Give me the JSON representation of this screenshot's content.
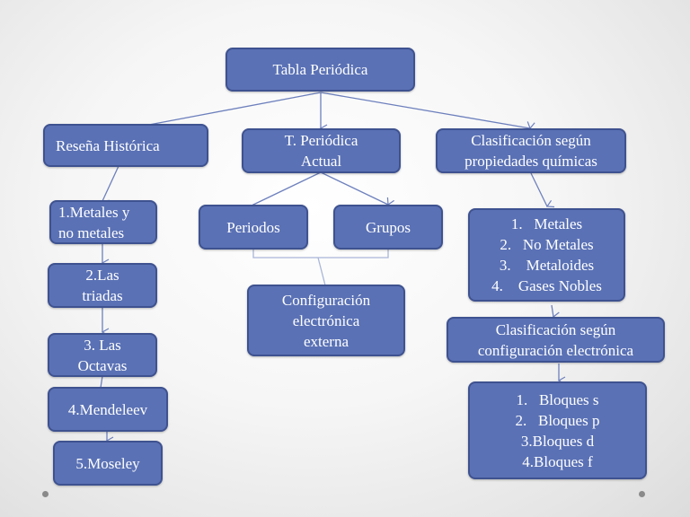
{
  "diagram": {
    "colors": {
      "node_fill": "#5a71b5",
      "node_border": "#3e5290",
      "node_text": "#ffffff",
      "connector": "#6d80bd",
      "bracket": "#a9b6d8"
    },
    "root": {
      "label": "Tabla Periódica"
    },
    "branches": {
      "historical": {
        "label": "Reseña Histórica",
        "steps": [
          {
            "lines": [
              "1.Metales y",
              "no metales"
            ]
          },
          {
            "lines": [
              "2.Las",
              "triadas"
            ]
          },
          {
            "lines": [
              "3. Las",
              "Octavas"
            ]
          },
          {
            "lines": [
              "4.Mendeleev"
            ]
          },
          {
            "lines": [
              "5.Moseley"
            ]
          }
        ]
      },
      "current": {
        "lines": [
          "T. Periódica",
          "Actual"
        ],
        "children": {
          "periods": "Periodos",
          "groups": "Grupos"
        },
        "combined": {
          "lines": [
            "Configuración",
            "electrónica",
            "externa"
          ]
        }
      },
      "classification": {
        "chemical": {
          "lines": [
            "Clasificación según",
            "propiedades químicas"
          ],
          "items": [
            "1.   Metales",
            "2.   No Metales",
            "3.    Metaloides",
            "4.    Gases Nobles"
          ]
        },
        "electronic": {
          "lines": [
            "Clasificación según",
            "configuración electrónica"
          ],
          "items": [
            "1.   Bloques s",
            "2.   Bloques p",
            "3.Bloques d",
            "4.Bloques f"
          ]
        }
      }
    }
  }
}
